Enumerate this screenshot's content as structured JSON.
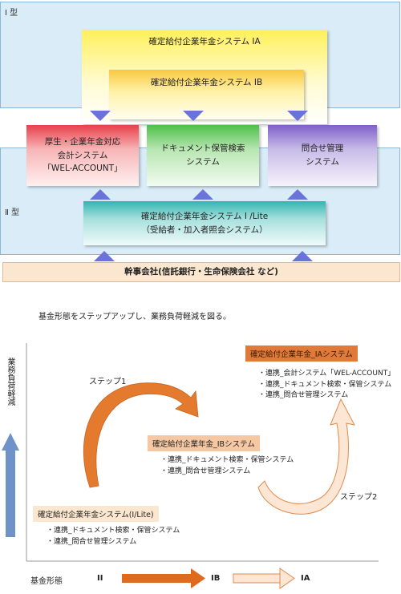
{
  "top": {
    "type1_label": "Ⅰ 型",
    "type2_label": "Ⅱ 型",
    "system_ia": "確定給付企業年金システム ⅠA",
    "system_ib": "確定給付企業年金システム ⅠB",
    "welfare": {
      "line1": "厚生・企業年金対応",
      "line2": "会計システム",
      "line3": "「WEL-ACCOUNT」"
    },
    "document": {
      "line1": "ドキュメント保管検索",
      "line2": "システム"
    },
    "inquiry": {
      "line1": "問合せ管理",
      "line2": "システム"
    },
    "system_lite": {
      "line1": "確定給付企業年金システム Ⅰ /Lite",
      "line2": "（受給者・加入者照会システム）"
    },
    "manager": "幹事会社(信託銀行・生命保険会社 など)",
    "colors": {
      "band": "#d9ecf8",
      "arrow": "#6a73d9",
      "manager_bg": "#fbe7cf"
    }
  },
  "bottom": {
    "intro": "基金形態をステップアップし、業務負荷軽減を図る。",
    "y_label": "業務負荷軽減",
    "step1": "ステップ1",
    "step2": "ステップ2",
    "ia": {
      "title": "確定給付企業年金_IAシステム",
      "items": [
        "・連携_会計システム「WEL-ACCOUNT」",
        "・連携_ドキュメント検索・保管システム",
        "・連携_問合せ管理システム"
      ]
    },
    "ib": {
      "title": "確定給付企業年金_IBシステム",
      "items": [
        "・連携_ドキュメント検索・保管システム",
        "・連携_問合せ管理システム"
      ]
    },
    "lite": {
      "title": "確定給付企業年金システム(I/Lite)",
      "items": [
        "・連携_ドキュメント検索・保管システム",
        "・連携_問合せ管理システム"
      ]
    },
    "x_axis": {
      "label": "基金形態",
      "stage1": "II",
      "stage2": "IB",
      "stage3": "IA"
    },
    "colors": {
      "orange": "#e06a1c",
      "tag_dark": "#e07a3a",
      "tag_light": "#f6c7a3",
      "y_arrow": "#6f93c9"
    }
  }
}
